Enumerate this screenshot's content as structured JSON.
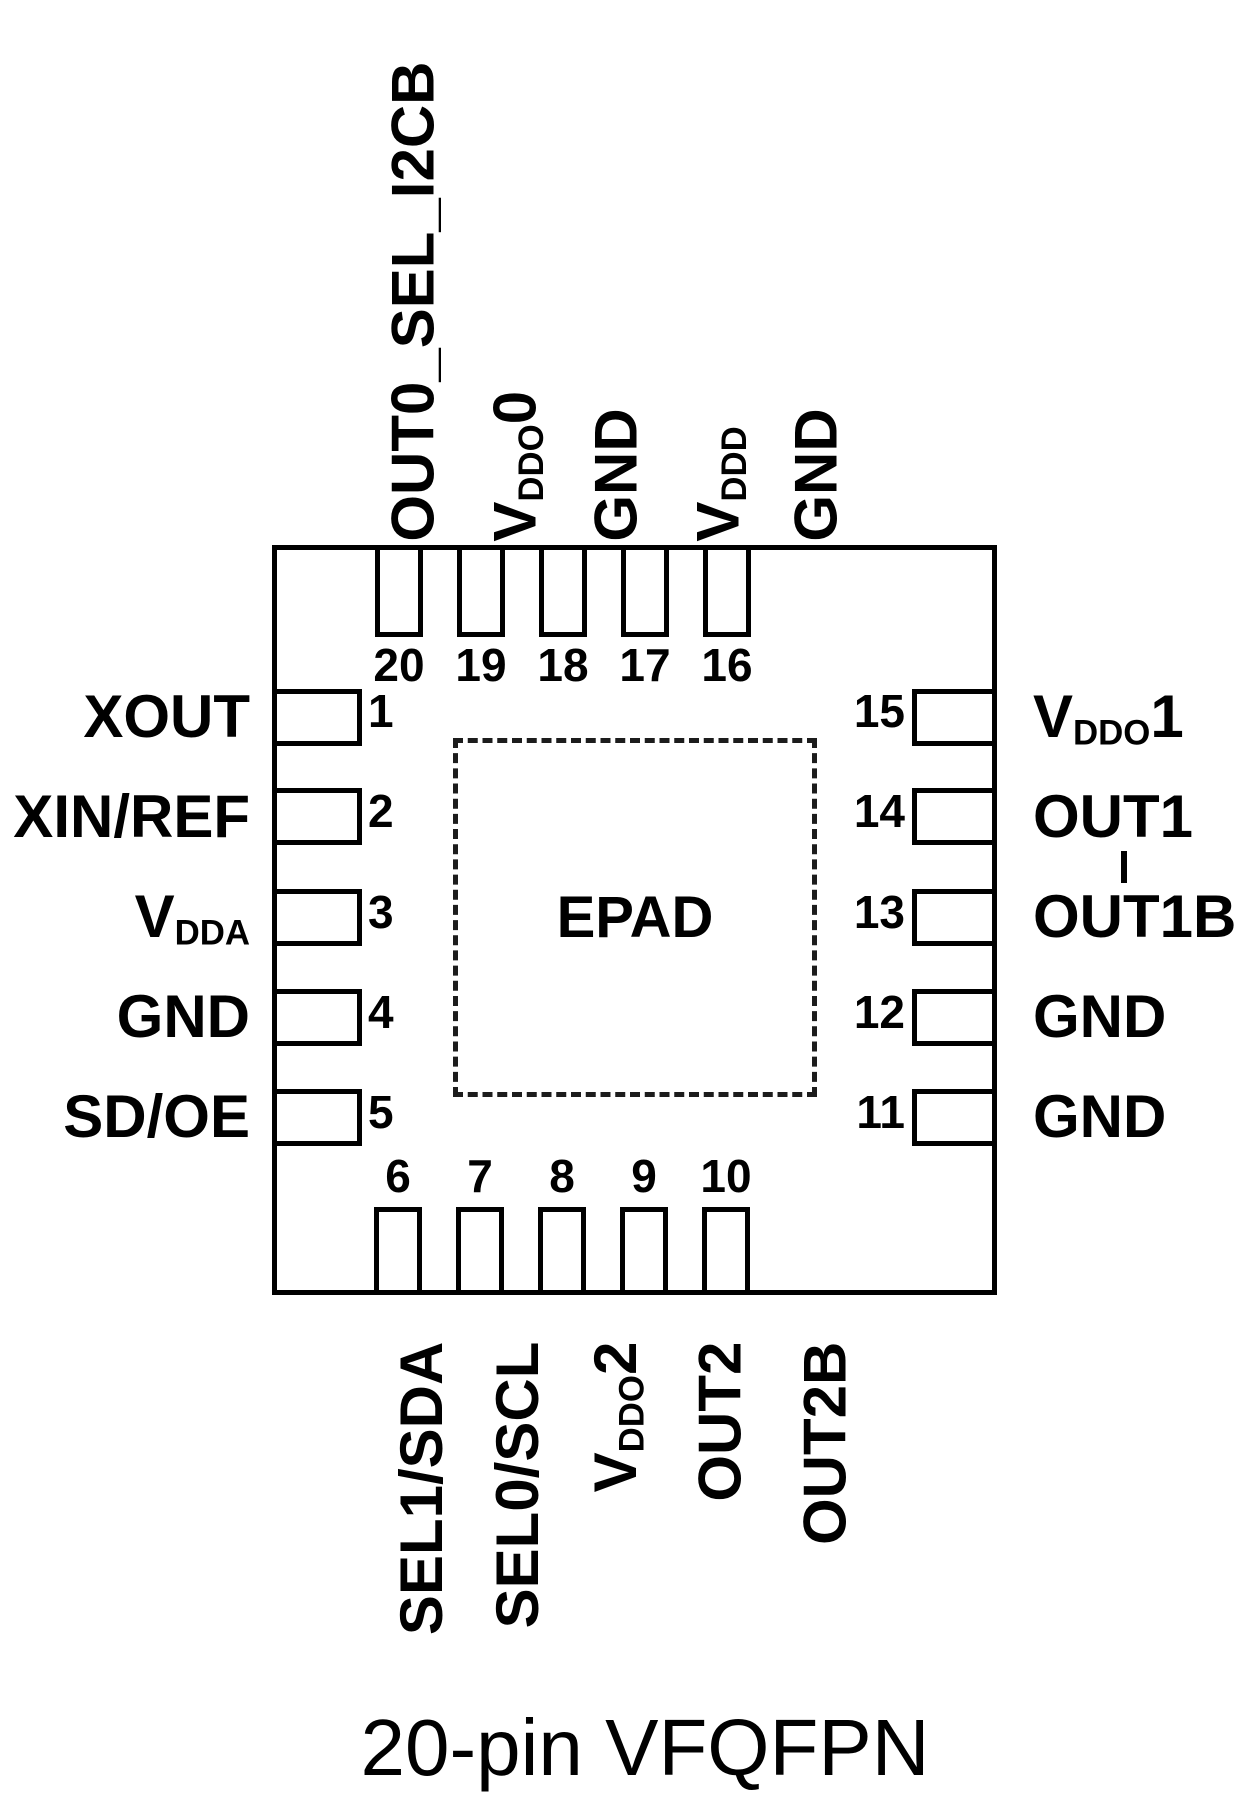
{
  "diagram": {
    "epad_label": "EPAD",
    "caption": "20-pin VFQFPN",
    "colors": {
      "ink": "#000000",
      "background": "#ffffff"
    }
  },
  "pins": [
    {
      "num": "1",
      "pre": "XOUT"
    },
    {
      "num": "2",
      "pre": "XIN/REF"
    },
    {
      "num": "3",
      "pre": "V",
      "sub": "DDA"
    },
    {
      "num": "4",
      "pre": "GND"
    },
    {
      "num": "5",
      "pre": "SD/OE"
    },
    {
      "num": "6",
      "pre": "SEL1/SDA"
    },
    {
      "num": "7",
      "pre": "SEL0/SCL"
    },
    {
      "num": "8",
      "pre": "V",
      "sub": "DDO",
      "post": "2"
    },
    {
      "num": "9",
      "pre": "OUT2"
    },
    {
      "num": "10",
      "pre": "OUT2B"
    },
    {
      "num": "11",
      "pre": "GND"
    },
    {
      "num": "12",
      "pre": "GND"
    },
    {
      "num": "13",
      "pre": "OUT1B"
    },
    {
      "num": "14",
      "pre": "OUT1"
    },
    {
      "num": "15",
      "pre": "V",
      "sub": "DDO",
      "post": "1"
    },
    {
      "num": "16",
      "pre": "GND"
    },
    {
      "num": "17",
      "pre": "V",
      "sub": "DDD"
    },
    {
      "num": "18",
      "pre": "GND"
    },
    {
      "num": "19",
      "pre": "V",
      "sub": "DDO",
      "post": "0"
    },
    {
      "num": "20",
      "pre": "OUT0_SEL_I2CB"
    }
  ]
}
